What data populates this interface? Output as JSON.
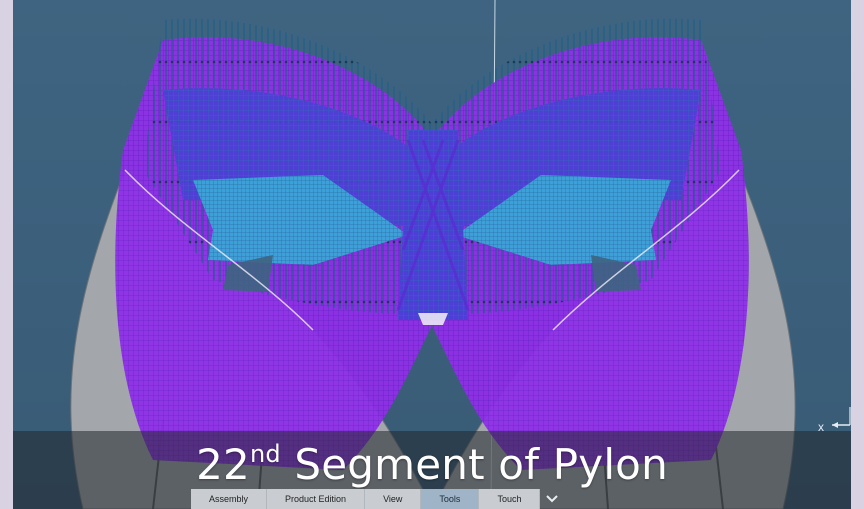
{
  "caption": {
    "main": "22",
    "sup": "nd",
    "rest": " Segment of Pylon"
  },
  "toolbar": {
    "tabs": [
      {
        "label": "Assembly",
        "active": false
      },
      {
        "label": "Product Edition",
        "active": false
      },
      {
        "label": "View",
        "active": false
      },
      {
        "label": "Tools",
        "active": true
      },
      {
        "label": "Touch",
        "active": false
      }
    ],
    "more_icon": "chevron-down-icon"
  },
  "axis": {
    "x_label": "x"
  },
  "colors": {
    "background": "#3e6481",
    "mesh_purple": "#8a2be2",
    "mesh_blue": "#3a3fd8",
    "mesh_cyan": "#38b6d9",
    "shell_grey": "#9a9fa4",
    "caption_band": "#23282d"
  }
}
